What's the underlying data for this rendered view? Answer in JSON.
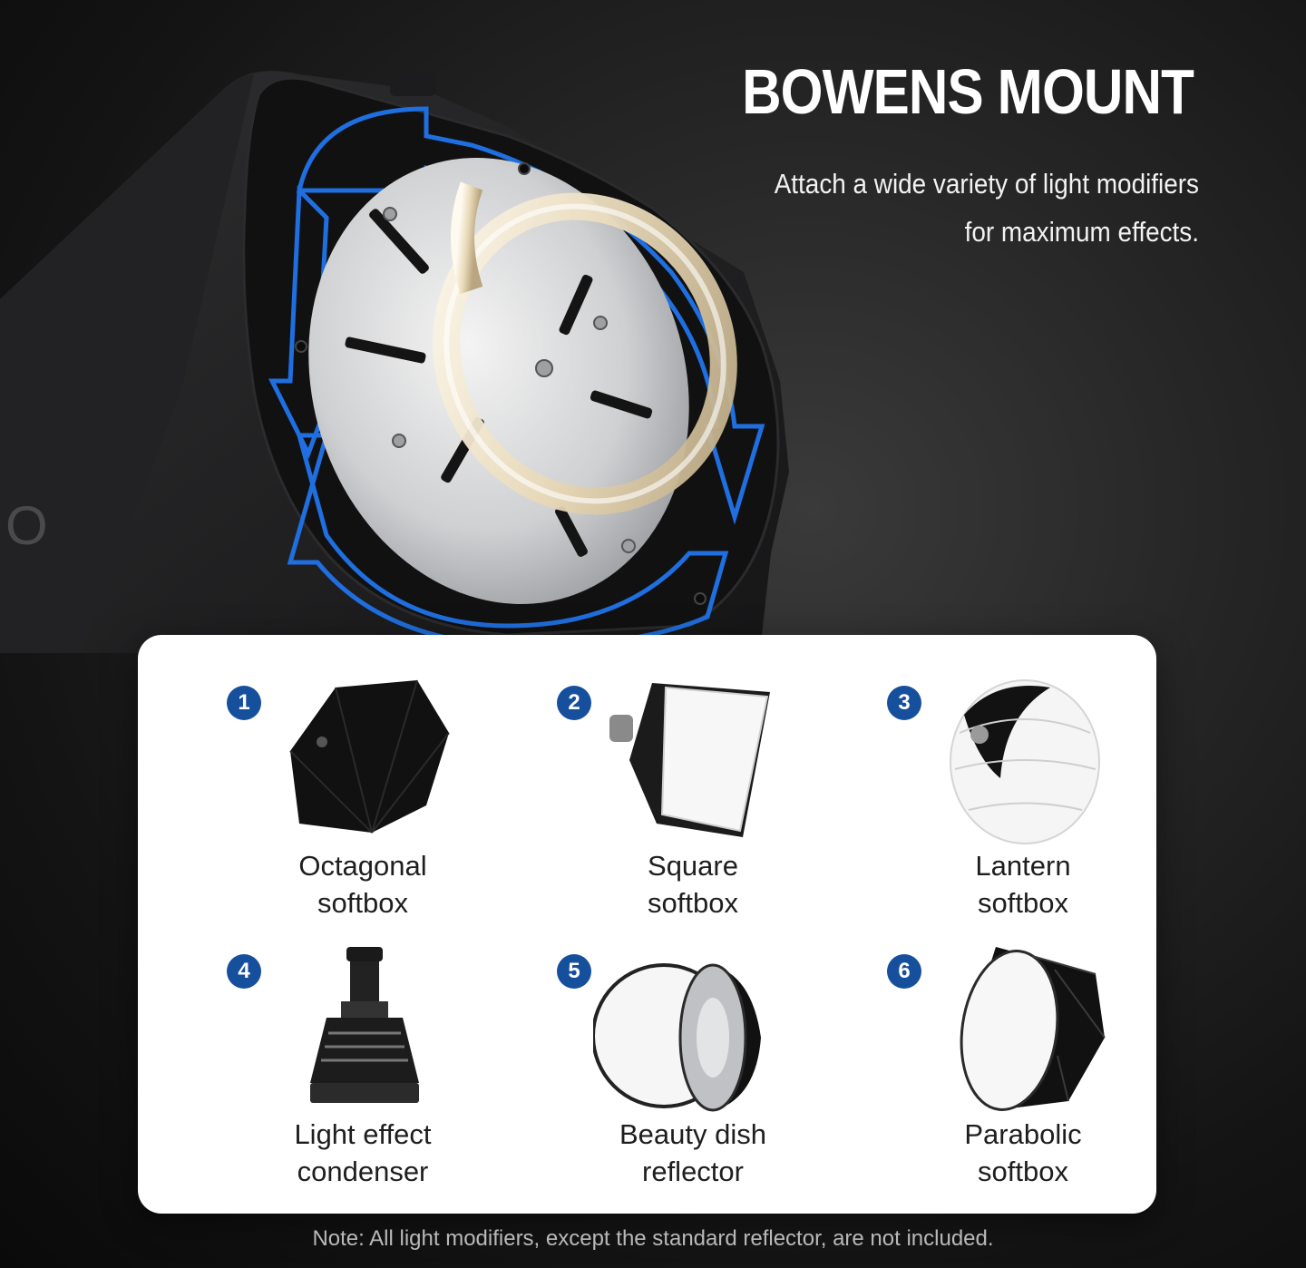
{
  "header": {
    "title": "BOWENS MOUNT",
    "subtitle_line1": "Attach a wide variety of light modifiers",
    "subtitle_line2": "for maximum effects."
  },
  "modifiers": [
    {
      "number": "1",
      "line1": "Octagonal",
      "line2": "softbox",
      "icon": "octagonal-softbox-icon"
    },
    {
      "number": "2",
      "line1": "Square",
      "line2": "softbox",
      "icon": "square-softbox-icon"
    },
    {
      "number": "3",
      "line1": "Lantern",
      "line2": "softbox",
      "icon": "lantern-softbox-icon"
    },
    {
      "number": "4",
      "line1": "Light effect",
      "line2": "condenser",
      "icon": "light-effect-condenser-icon"
    },
    {
      "number": "5",
      "line1": "Beauty dish",
      "line2": "reflector",
      "icon": "beauty-dish-reflector-icon"
    },
    {
      "number": "6",
      "line1": "Parabolic",
      "line2": "softbox",
      "icon": "parabolic-softbox-icon"
    }
  ],
  "footer": {
    "note": "Note: All light modifiers, except the standard reflector, are not included."
  },
  "colors": {
    "badge": "#164f9c",
    "mount_arrow": "#1f6fe0",
    "background": "#1a1a1a"
  }
}
